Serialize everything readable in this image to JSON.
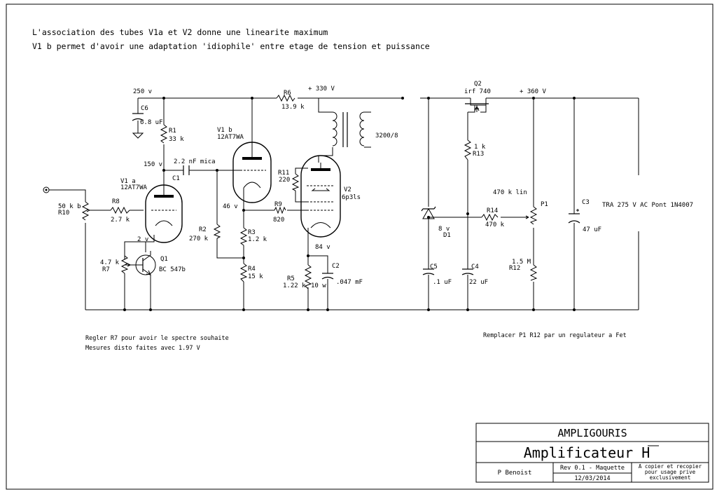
{
  "notes": {
    "line1": "L'association des tubes V1a et V2 donne une linearite maximum",
    "line2": "V1 b permet d'avoir une adaptation 'idiophile' entre etage de tension et puissance",
    "regler": "Regler R7 pour avoir le spectre souhaite",
    "mesures": "Mesures disto faites avec 1.97 V",
    "remplacer": "Remplacer P1 R12 par un regulateur a Fet"
  },
  "rails": {
    "v250": "250 v",
    "v330": "+ 330 V",
    "v360": "+ 360 V",
    "v150": "150 v",
    "v46": "46 v",
    "v2": "2 v",
    "v84": "84 v",
    "v8": "8 v"
  },
  "components": {
    "C6": {
      "ref": "C6",
      "value": "6.8 uF"
    },
    "R1": {
      "ref": "R1",
      "value": "33 k"
    },
    "C1": {
      "ref": "C1",
      "value": "2.2 nF mica"
    },
    "V1a": {
      "ref": "V1 a",
      "value": "12AT7WA"
    },
    "V1b": {
      "ref": "V1 b",
      "value": "12AT7WA"
    },
    "R10": {
      "ref": "R10",
      "value": "50 k b"
    },
    "R8": {
      "ref": "R8",
      "value": "2.7 k"
    },
    "R7": {
      "ref": "R7",
      "value": "4.7 k"
    },
    "Q1": {
      "ref": "Q1",
      "value": "BC 547b"
    },
    "R2": {
      "ref": "R2",
      "value": "270 k"
    },
    "R3": {
      "ref": "R3",
      "value": "1.2 k"
    },
    "R4": {
      "ref": "R4",
      "value": "15 k"
    },
    "R6": {
      "ref": "R6",
      "value": "13.9 k"
    },
    "R11": {
      "ref": "R11",
      "value": "220"
    },
    "R9": {
      "ref": "R9",
      "value": "820"
    },
    "V2": {
      "ref": "V2",
      "value": "6p3ls"
    },
    "T1": {
      "value": "3200/8"
    },
    "R5": {
      "ref": "R5",
      "value": "1.22 k",
      "power": "10 w"
    },
    "C2": {
      "ref": "C2",
      "value": ".047 mF"
    },
    "Q2": {
      "ref": "Q2",
      "value": "irf 740"
    },
    "R13": {
      "ref": "R13",
      "value": "1 k"
    },
    "D1": {
      "ref": "D1"
    },
    "R14": {
      "ref": "R14",
      "value": "470 k"
    },
    "P1": {
      "ref": "P1",
      "value": "470 k lin"
    },
    "R12": {
      "ref": "R12",
      "value": "1.5 M"
    },
    "C5": {
      "ref": "C5",
      "value": ".1 uF"
    },
    "C4": {
      "ref": "C4",
      "value": "22 uF"
    },
    "C3": {
      "ref": "C3",
      "value": "47 uF"
    },
    "supply": {
      "value": "TRA 275 V AC Pont 1N4007"
    }
  },
  "titleblock": {
    "project": "AMPLIGOURIS",
    "title": "Amplificateur H",
    "author": "P Benoist",
    "revision": "Rev 0.1 - Maquette",
    "date": "12/03/2014",
    "license": [
      "A copier et recopier",
      "pour usage prive",
      "exclusivement"
    ]
  }
}
